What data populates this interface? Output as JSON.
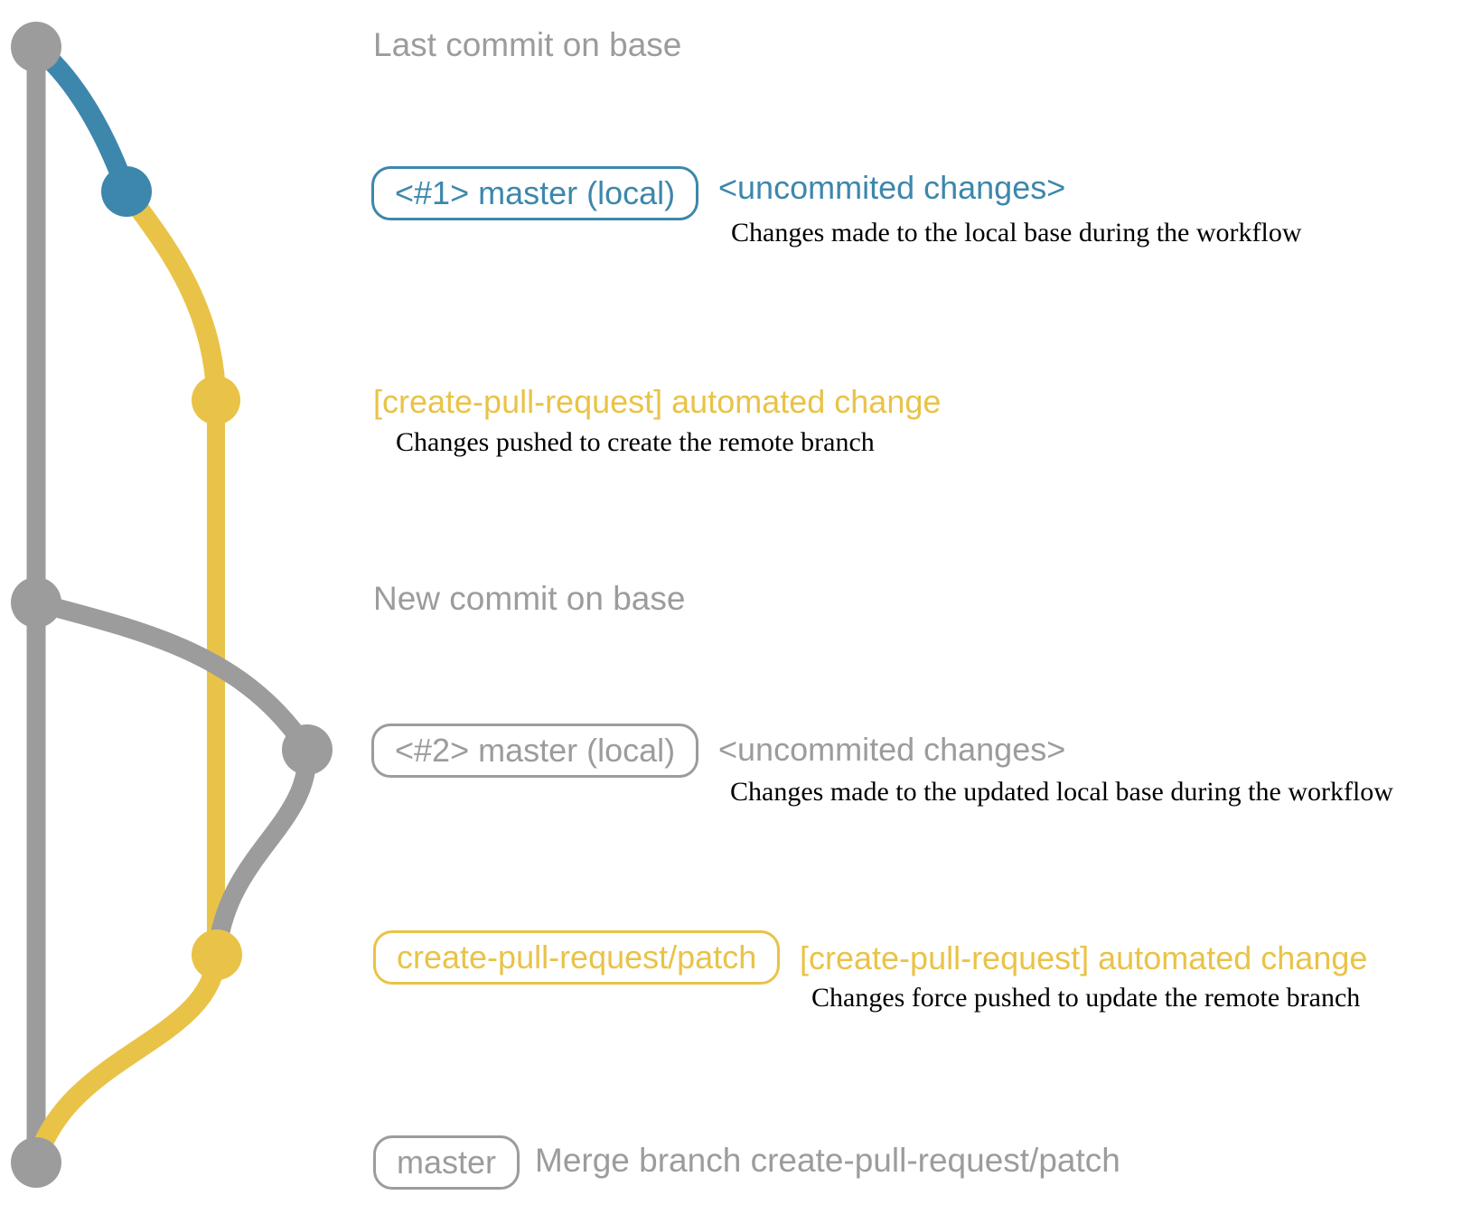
{
  "colors": {
    "base_gray": "#9c9c9c",
    "branch_blue": "#3d87ac",
    "branch_yellow": "#e9c348",
    "detail_ink": "#000000"
  },
  "annotations": {
    "last_commit_label": "Last commit on base",
    "step1_badge": "<#1> master (local)",
    "step1_note": "<uncommited changes>",
    "step1_detail": "Changes made to the local base during the workflow",
    "step2_title": "[create-pull-request] automated change",
    "step2_detail": "Changes pushed to create the remote branch",
    "new_commit_label": "New commit on base",
    "step3_badge": "<#2> master (local)",
    "step3_note": "<uncommited changes>",
    "step3_detail": "Changes made to the updated local base during the workflow",
    "step4_badge": "create-pull-request/patch",
    "step4_title": "[create-pull-request] automated change",
    "step4_detail": "Changes force pushed to update the remote branch",
    "merge_badge": "master",
    "merge_label": "Merge branch create-pull-request/patch"
  }
}
